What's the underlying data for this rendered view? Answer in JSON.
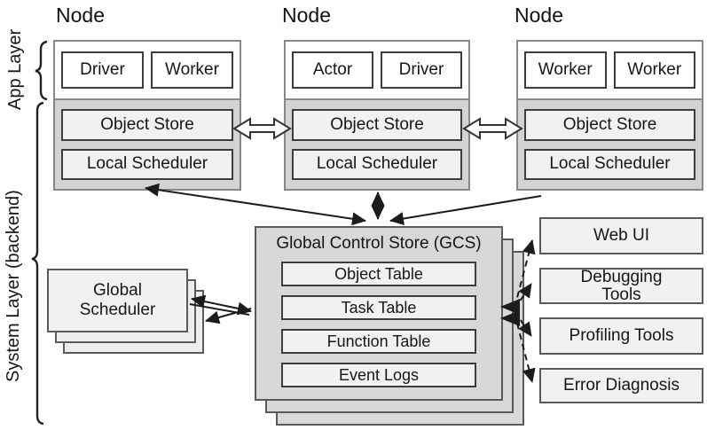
{
  "layers": {
    "app": "App Layer",
    "system": "System Layer (backend)"
  },
  "nodes": [
    {
      "title": "Node",
      "processes": [
        "Driver",
        "Worker"
      ],
      "object_store": "Object Store",
      "local_scheduler": "Local Scheduler"
    },
    {
      "title": "Node",
      "processes": [
        "Actor",
        "Driver"
      ],
      "object_store": "Object Store",
      "local_scheduler": "Local Scheduler"
    },
    {
      "title": "Node",
      "processes": [
        "Worker",
        "Worker"
      ],
      "object_store": "Object Store",
      "local_scheduler": "Local Scheduler"
    }
  ],
  "gcs": {
    "title": "Global Control Store (GCS)",
    "tables": [
      "Object Table",
      "Task Table",
      "Function Table",
      "Event Logs"
    ]
  },
  "global_scheduler": {
    "label": "Global Scheduler"
  },
  "tools": [
    "Web UI",
    "Debugging Tools",
    "Profiling Tools",
    "Error Diagnosis"
  ],
  "colors": {
    "node-fill": "#ffffff",
    "system-fill": "#d3d3d3",
    "inner-fill": "#f1f1f1",
    "gcs-fill": "#d8d8d8",
    "border-dark": "#3d3d3d",
    "border-gray": "#888888",
    "arrow": "#1c1c1c"
  }
}
